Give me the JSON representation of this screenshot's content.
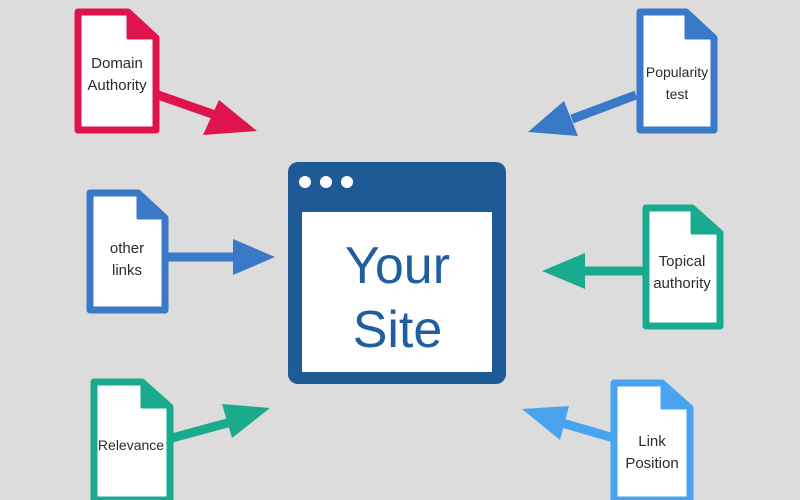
{
  "center": {
    "line1": "Your",
    "line2": "Site",
    "window_color": "#1e5a96"
  },
  "factors": {
    "domain_authority": {
      "line1": "Domain",
      "line2": "Authority",
      "color": "#e0144c"
    },
    "popularity_test": {
      "line1": "Popularity",
      "line2": "test",
      "color": "#3a78c8"
    },
    "other_links": {
      "line1": "other",
      "line2": "links",
      "color": "#3a78c8"
    },
    "topical_authority": {
      "line1": "Topical",
      "line2": "authority",
      "color": "#1aab8f"
    },
    "relevance": {
      "line1": "Relevance",
      "color": "#1aab8f"
    },
    "link_position": {
      "line1": "Link",
      "line2": "Position",
      "color": "#4aa3ee"
    }
  }
}
